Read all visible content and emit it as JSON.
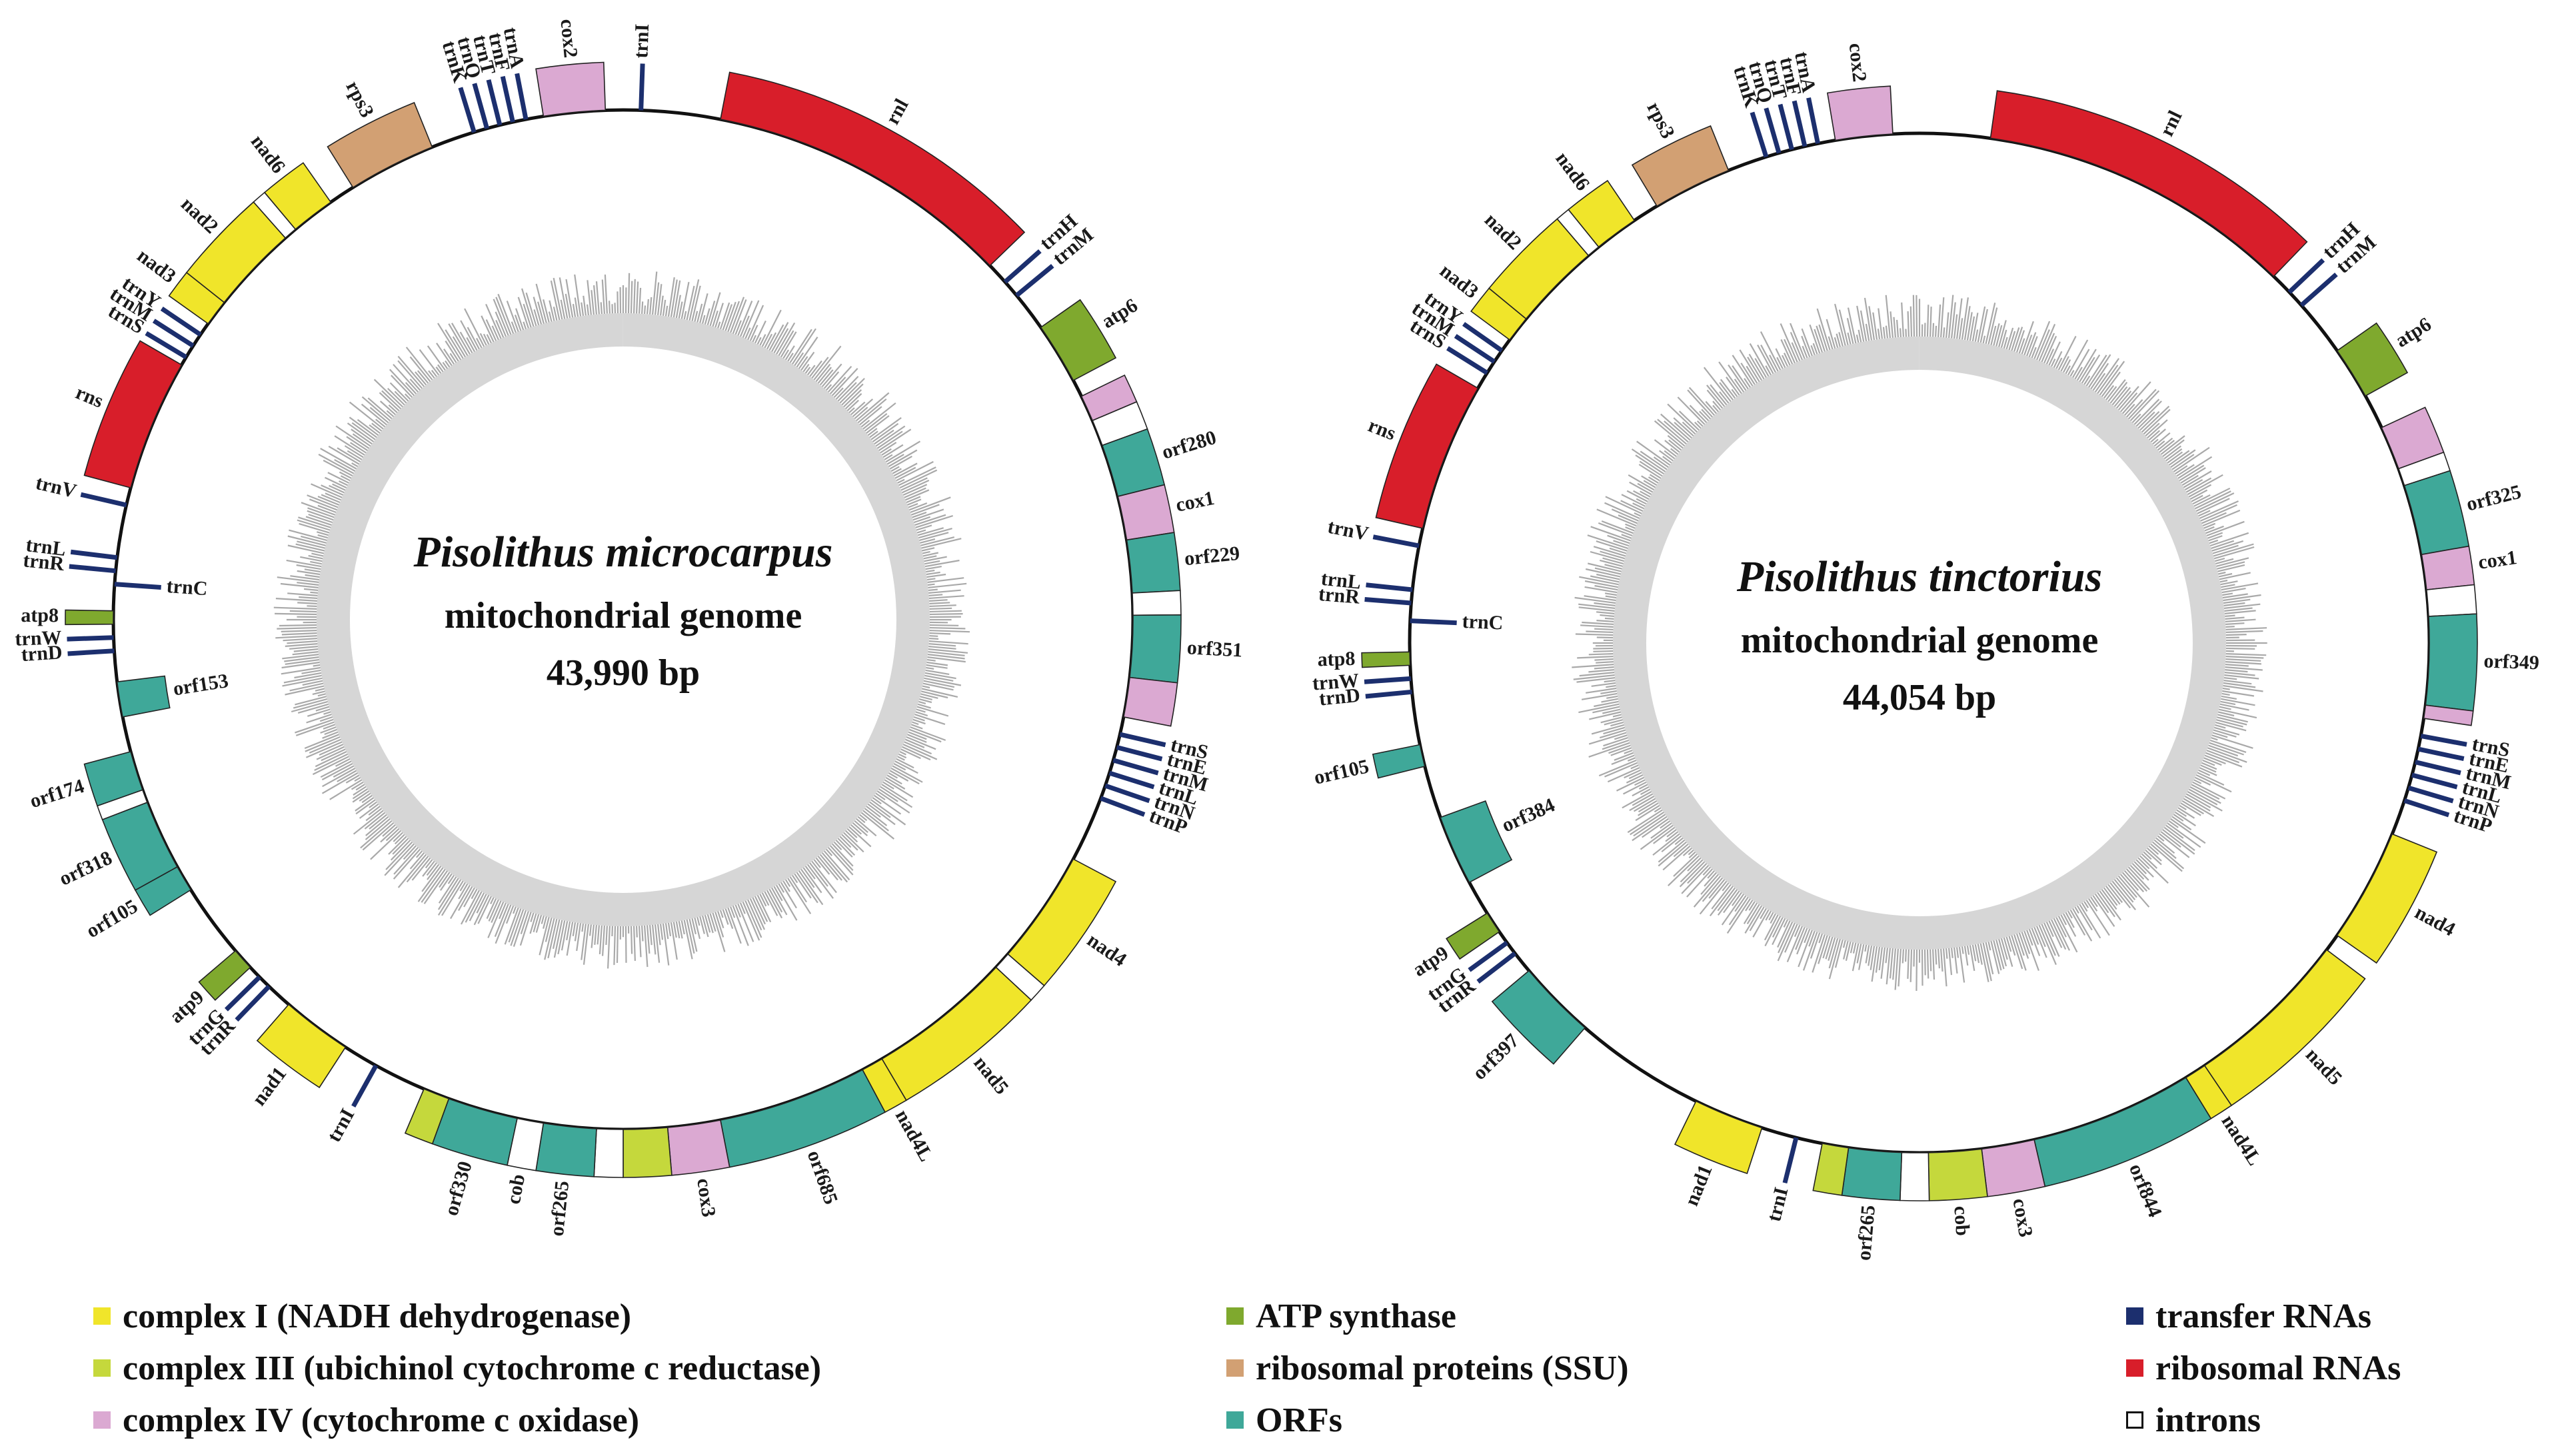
{
  "categories": {
    "c1": {
      "label": "complex I (NADH dehydrogenase)",
      "color": "#f0e52a"
    },
    "c3": {
      "label": "complex III (ubichinol cytochrome c reductase)",
      "color": "#c5d83c"
    },
    "c4": {
      "label": "complex IV (cytochrome c oxidase)",
      "color": "#dba9d2"
    },
    "atp": {
      "label": "ATP synthase",
      "color": "#7fa92e"
    },
    "rps": {
      "label": "ribosomal proteins (SSU)",
      "color": "#d2a073"
    },
    "orf": {
      "label": "ORFs",
      "color": "#3fa899"
    },
    "trna": {
      "label": "transfer RNAs",
      "color": "#1c2f6e"
    },
    "rrna": {
      "label": "ribosomal RNAs",
      "color": "#d81e2a"
    },
    "intron": {
      "label": "introns",
      "color": "#ffffff"
    }
  },
  "legend_order": [
    [
      "c1",
      "c3",
      "c4"
    ],
    [
      "atp",
      "rps",
      "orf"
    ],
    [
      "trna",
      "rrna",
      "intron"
    ]
  ],
  "maps": [
    {
      "id": "microcarpus",
      "species": "Pisolithus microcarpus",
      "subtitle": "mitochondrial genome",
      "size": "43,990 bp",
      "features": [
        {
          "label": "rnl",
          "type": "rrna",
          "start": 11,
          "end": 46,
          "side": "out"
        },
        {
          "label": "trnH",
          "type": "trna",
          "at": 48.5,
          "side": "out"
        },
        {
          "label": "trnM",
          "type": "trna",
          "at": 50.5,
          "side": "out"
        },
        {
          "label": "atp6",
          "type": "atp",
          "start": 55,
          "end": 62,
          "side": "out"
        },
        {
          "label": "",
          "type": "c4",
          "start": 64,
          "end": 67,
          "side": "out"
        },
        {
          "label": "",
          "type": "intron",
          "start": 67,
          "end": 70,
          "side": "out"
        },
        {
          "label": "orf280",
          "type": "orf",
          "start": 70,
          "end": 76,
          "side": "out"
        },
        {
          "label": "cox1",
          "type": "c4",
          "start": 76,
          "end": 81,
          "side": "out"
        },
        {
          "label": "orf229",
          "type": "orf",
          "start": 81,
          "end": 87,
          "side": "out"
        },
        {
          "label": "",
          "type": "intron",
          "start": 87,
          "end": 89.5,
          "side": "out"
        },
        {
          "label": "orf351",
          "type": "orf",
          "start": 89.5,
          "end": 96.5,
          "side": "out"
        },
        {
          "label": "",
          "type": "c4",
          "start": 96.5,
          "end": 101,
          "side": "out"
        },
        {
          "label": "trnS",
          "type": "trna",
          "at": 103,
          "side": "out"
        },
        {
          "label": "trnE",
          "type": "trna",
          "at": 104.5,
          "side": "out"
        },
        {
          "label": "trnM",
          "type": "trna",
          "at": 106,
          "side": "out"
        },
        {
          "label": "trnL",
          "type": "trna",
          "at": 107.5,
          "side": "out"
        },
        {
          "label": "trnN",
          "type": "trna",
          "at": 109,
          "side": "out"
        },
        {
          "label": "trnP",
          "type": "trna",
          "at": 110.5,
          "side": "out"
        },
        {
          "label": "nad4",
          "type": "c1",
          "start": 118,
          "end": 131,
          "side": "out"
        },
        {
          "label": "",
          "type": "intron",
          "start": 131,
          "end": 133,
          "side": "out"
        },
        {
          "label": "nad5",
          "type": "c1",
          "start": 133,
          "end": 149.5,
          "side": "out"
        },
        {
          "label": "nad4L",
          "type": "c1",
          "start": 149.5,
          "end": 152,
          "side": "out"
        },
        {
          "label": "orf685",
          "type": "orf",
          "start": 152,
          "end": 169,
          "side": "out"
        },
        {
          "label": "cox3",
          "type": "c4",
          "start": 169,
          "end": 175,
          "side": "out"
        },
        {
          "label": "",
          "type": "c3",
          "start": 175,
          "end": 180,
          "side": "out"
        },
        {
          "label": "",
          "type": "intron",
          "start": 180,
          "end": 183,
          "side": "out"
        },
        {
          "label": "orf265",
          "type": "orf",
          "start": 183,
          "end": 189,
          "side": "out"
        },
        {
          "label": "cob",
          "type": "intron",
          "start": 189,
          "end": 192,
          "side": "out"
        },
        {
          "label": "orf330",
          "type": "orf",
          "start": 192,
          "end": 200,
          "side": "out"
        },
        {
          "label": "",
          "type": "c3",
          "start": 200,
          "end": 203,
          "side": "out"
        },
        {
          "label": "trnI",
          "type": "trna",
          "at": 209,
          "side": "out"
        },
        {
          "label": "nad1",
          "type": "c1",
          "start": 213,
          "end": 221,
          "side": "out"
        },
        {
          "label": "trnR",
          "type": "trna",
          "at": 224,
          "side": "out"
        },
        {
          "label": "trnG",
          "type": "trna",
          "at": 225.5,
          "side": "out"
        },
        {
          "label": "atp9",
          "type": "atp",
          "start": 227,
          "end": 229.5,
          "side": "out"
        },
        {
          "label": "orf105",
          "type": "orf",
          "start": 238,
          "end": 241,
          "side": "out"
        },
        {
          "label": "orf318",
          "type": "orf",
          "start": 241,
          "end": 249,
          "side": "out"
        },
        {
          "label": "",
          "type": "intron",
          "start": 249,
          "end": 250.5,
          "side": "out"
        },
        {
          "label": "orf174",
          "type": "orf",
          "start": 250.5,
          "end": 255,
          "side": "out"
        },
        {
          "label": "orf153",
          "type": "orf",
          "start": 259,
          "end": 263,
          "side": "in"
        },
        {
          "label": "trnD",
          "type": "trna",
          "at": 266.5,
          "side": "out"
        },
        {
          "label": "trnW",
          "type": "trna",
          "at": 268,
          "side": "out"
        },
        {
          "label": "atp8",
          "type": "atp",
          "start": 269.5,
          "end": 271,
          "side": "out"
        },
        {
          "label": "trnC",
          "type": "trna",
          "at": 274,
          "side": "in"
        },
        {
          "label": "trnR",
          "type": "trna",
          "at": 275.5,
          "side": "out"
        },
        {
          "label": "trnL",
          "type": "trna",
          "at": 277,
          "side": "out"
        },
        {
          "label": "trnV",
          "type": "trna",
          "at": 283,
          "side": "out"
        },
        {
          "label": "rns",
          "type": "rrna",
          "start": 285,
          "end": 300,
          "side": "out"
        },
        {
          "label": "trnS",
          "type": "trna",
          "at": 301,
          "side": "out"
        },
        {
          "label": "trnM",
          "type": "trna",
          "at": 302.5,
          "side": "out"
        },
        {
          "label": "trnY",
          "type": "trna",
          "at": 304,
          "side": "out"
        },
        {
          "label": "nad3",
          "type": "c1",
          "start": 305.5,
          "end": 308.5,
          "side": "out"
        },
        {
          "label": "nad2",
          "type": "c1",
          "start": 308.5,
          "end": 318.5,
          "side": "out"
        },
        {
          "label": "",
          "type": "intron",
          "start": 318.5,
          "end": 320,
          "side": "out"
        },
        {
          "label": "nad6",
          "type": "c1",
          "start": 320,
          "end": 325,
          "side": "out"
        },
        {
          "label": "rps3",
          "type": "rps",
          "start": 328,
          "end": 338,
          "side": "out"
        },
        {
          "label": "trnK",
          "type": "trna",
          "at": 343,
          "side": "out"
        },
        {
          "label": "trnQ",
          "type": "trna",
          "at": 344.5,
          "side": "out"
        },
        {
          "label": "trnT",
          "type": "trna",
          "at": 346,
          "side": "out"
        },
        {
          "label": "trnF",
          "type": "trna",
          "at": 347.5,
          "side": "out"
        },
        {
          "label": "trnA",
          "type": "trna",
          "at": 349,
          "side": "out"
        },
        {
          "label": "cox2",
          "type": "c4",
          "start": 351,
          "end": 358,
          "side": "out"
        },
        {
          "label": "trnI",
          "type": "trna",
          "at": 2,
          "side": "out"
        }
      ]
    },
    {
      "id": "tinctorius",
      "species": "Pisolithus tinctorius",
      "subtitle": "mitochondrial genome",
      "size": "44,054 bp",
      "features": [
        {
          "label": "rnl",
          "type": "rrna",
          "start": 8,
          "end": 44,
          "side": "out"
        },
        {
          "label": "trnH",
          "type": "trna",
          "at": 46.5,
          "side": "out"
        },
        {
          "label": "trnM",
          "type": "trna",
          "at": 48.5,
          "side": "out"
        },
        {
          "label": "atp6",
          "type": "atp",
          "start": 55,
          "end": 61,
          "side": "out"
        },
        {
          "label": "",
          "type": "c4",
          "start": 65,
          "end": 70,
          "side": "out"
        },
        {
          "label": "",
          "type": "intron",
          "start": 70,
          "end": 72,
          "side": "out"
        },
        {
          "label": "orf325",
          "type": "orf",
          "start": 72,
          "end": 80,
          "side": "out"
        },
        {
          "label": "cox1",
          "type": "c4",
          "start": 80,
          "end": 84,
          "side": "out"
        },
        {
          "label": "",
          "type": "intron",
          "start": 84,
          "end": 87,
          "side": "out"
        },
        {
          "label": "orf349",
          "type": "orf",
          "start": 87,
          "end": 97,
          "side": "out"
        },
        {
          "label": "",
          "type": "c4",
          "start": 97,
          "end": 98.5,
          "side": "out"
        },
        {
          "label": "trnS",
          "type": "trna",
          "at": 100.5,
          "side": "out"
        },
        {
          "label": "trnE",
          "type": "trna",
          "at": 102,
          "side": "out"
        },
        {
          "label": "trnM",
          "type": "trna",
          "at": 103.5,
          "side": "out"
        },
        {
          "label": "trnL",
          "type": "trna",
          "at": 105,
          "side": "out"
        },
        {
          "label": "trnN",
          "type": "trna",
          "at": 106.5,
          "side": "out"
        },
        {
          "label": "trnP",
          "type": "trna",
          "at": 108,
          "side": "out"
        },
        {
          "label": "nad4",
          "type": "c1",
          "start": 112,
          "end": 125,
          "side": "out"
        },
        {
          "label": "nad5",
          "type": "c1",
          "start": 127,
          "end": 146,
          "side": "out"
        },
        {
          "label": "nad4L",
          "type": "c1",
          "start": 146,
          "end": 148.5,
          "side": "out"
        },
        {
          "label": "orf844",
          "type": "orf",
          "start": 148.5,
          "end": 167,
          "side": "out"
        },
        {
          "label": "cox3",
          "type": "c4",
          "start": 167,
          "end": 173,
          "side": "out"
        },
        {
          "label": "cob",
          "type": "c3",
          "start": 173,
          "end": 179,
          "side": "out"
        },
        {
          "label": "",
          "type": "intron",
          "start": 179,
          "end": 182,
          "side": "out"
        },
        {
          "label": "orf265",
          "type": "orf",
          "start": 182,
          "end": 188,
          "side": "out"
        },
        {
          "label": "",
          "type": "c3",
          "start": 188,
          "end": 191,
          "side": "out"
        },
        {
          "label": "trnI",
          "type": "trna",
          "at": 194,
          "side": "out"
        },
        {
          "label": "nad1",
          "type": "c1",
          "start": 198,
          "end": 206,
          "side": "out"
        },
        {
          "label": "orf397",
          "type": "orf",
          "start": 221,
          "end": 230,
          "side": "out"
        },
        {
          "label": "trnR",
          "type": "trna",
          "at": 232.5,
          "side": "out"
        },
        {
          "label": "trnG",
          "type": "trna",
          "at": 234,
          "side": "out"
        },
        {
          "label": "atp9",
          "type": "atp",
          "start": 235.5,
          "end": 238,
          "side": "out"
        },
        {
          "label": "orf384",
          "type": "orf",
          "start": 242,
          "end": 250,
          "side": "in"
        },
        {
          "label": "orf105",
          "type": "orf",
          "start": 256,
          "end": 258.5,
          "side": "out"
        },
        {
          "label": "trnD",
          "type": "trna",
          "at": 264.5,
          "side": "out"
        },
        {
          "label": "trnW",
          "type": "trna",
          "at": 266,
          "side": "out"
        },
        {
          "label": "atp8",
          "type": "atp",
          "start": 267.5,
          "end": 269,
          "side": "out"
        },
        {
          "label": "trnC",
          "type": "trna",
          "at": 272.5,
          "side": "in"
        },
        {
          "label": "trnR",
          "type": "trna",
          "at": 274.5,
          "side": "out"
        },
        {
          "label": "trnL",
          "type": "trna",
          "at": 276,
          "side": "out"
        },
        {
          "label": "trnV",
          "type": "trna",
          "at": 281,
          "side": "out"
        },
        {
          "label": "rns",
          "type": "rrna",
          "start": 283,
          "end": 300,
          "side": "out"
        },
        {
          "label": "trnS",
          "type": "trna",
          "at": 302,
          "side": "out"
        },
        {
          "label": "trnM",
          "type": "trna",
          "at": 303.5,
          "side": "out"
        },
        {
          "label": "trnY",
          "type": "trna",
          "at": 305,
          "side": "out"
        },
        {
          "label": "nad3",
          "type": "c1",
          "start": 306.5,
          "end": 309.5,
          "side": "out"
        },
        {
          "label": "nad2",
          "type": "c1",
          "start": 309.5,
          "end": 319.5,
          "side": "out"
        },
        {
          "label": "",
          "type": "intron",
          "start": 319.5,
          "end": 321,
          "side": "out"
        },
        {
          "label": "nad6",
          "type": "c1",
          "start": 321,
          "end": 326,
          "side": "out"
        },
        {
          "label": "rps3",
          "type": "rps",
          "start": 329,
          "end": 338,
          "side": "out"
        },
        {
          "label": "trnK",
          "type": "trna",
          "at": 342.5,
          "side": "out"
        },
        {
          "label": "trnQ",
          "type": "trna",
          "at": 344,
          "side": "out"
        },
        {
          "label": "trnT",
          "type": "trna",
          "at": 345.5,
          "side": "out"
        },
        {
          "label": "trnF",
          "type": "trna",
          "at": 347,
          "side": "out"
        },
        {
          "label": "trnA",
          "type": "trna",
          "at": 348.5,
          "side": "out"
        },
        {
          "label": "cox2",
          "type": "c4",
          "start": 350.5,
          "end": 357,
          "side": "out"
        }
      ]
    }
  ]
}
